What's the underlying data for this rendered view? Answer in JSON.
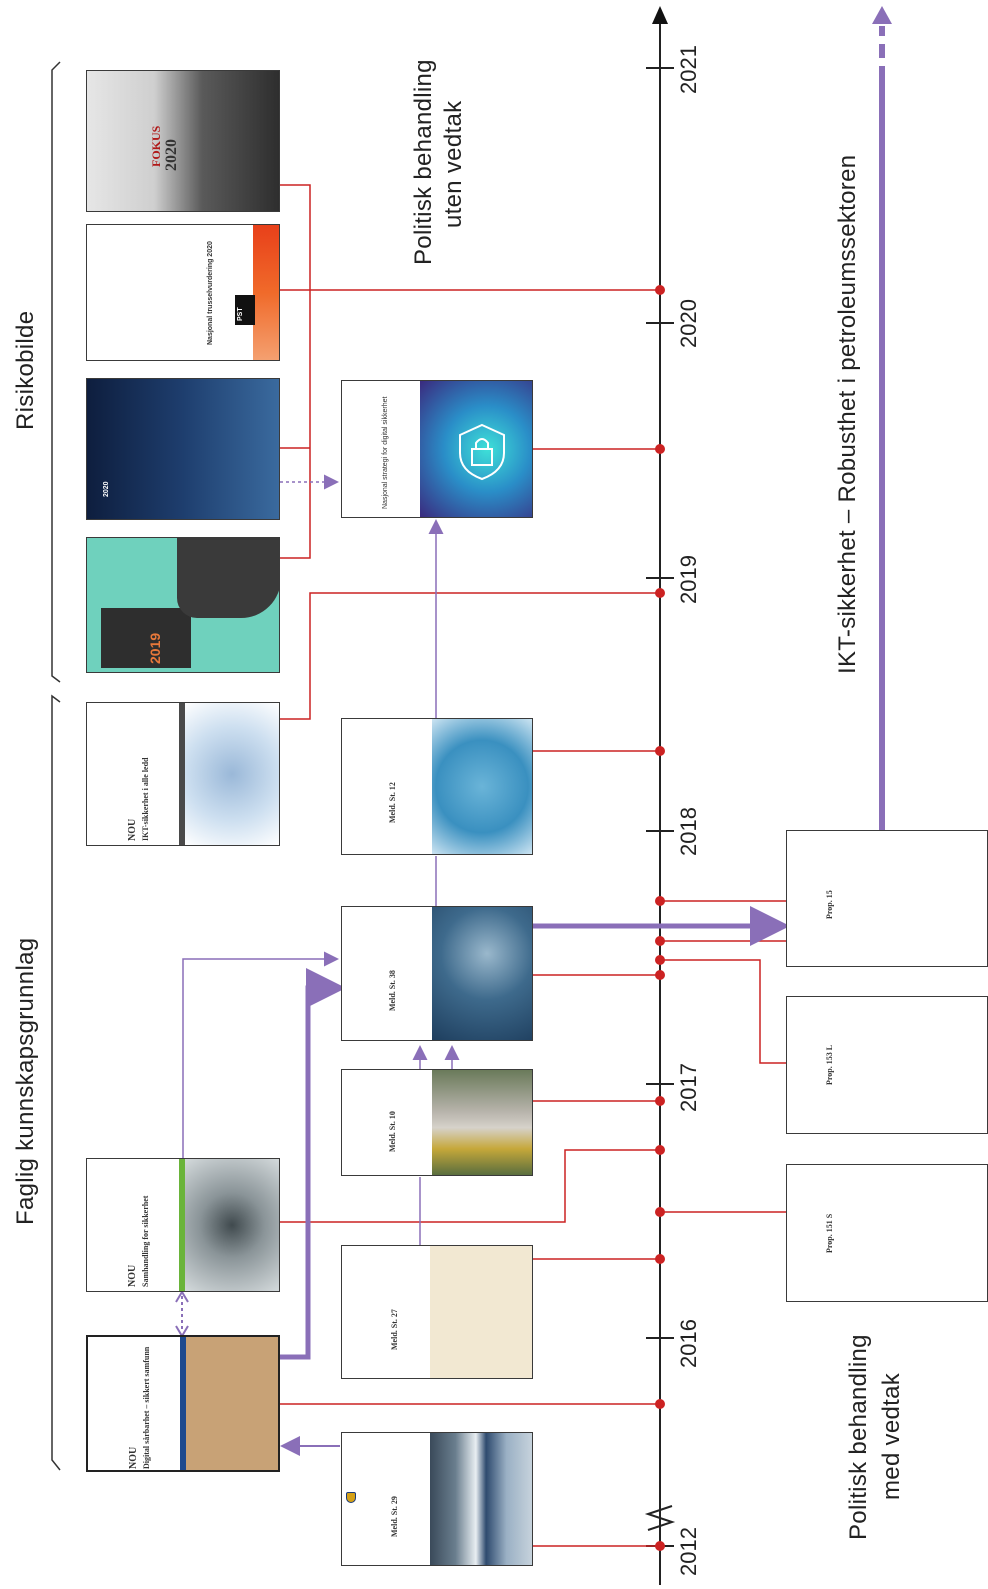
{
  "headers": {
    "faglig": "Faglig kunnskapsgrunnlag",
    "risikobilde": "Risikobilde",
    "politisk_uten": [
      "Politisk behandling",
      "uten vedtak"
    ],
    "politisk_med": [
      "Politisk behandling",
      "med vedtak"
    ],
    "ikt_arrow": "IKT-sikkerhet – Robusthet i petroleumssektoren"
  },
  "timeline": {
    "years": [
      "2012",
      "2016",
      "2017",
      "2018",
      "2019",
      "2020",
      "2021"
    ]
  },
  "documents": {
    "meld29": {
      "title": "Meld. St. 29"
    },
    "meld27": {
      "title": "Meld. St. 27"
    },
    "meld10": {
      "title": "Meld. St. 10"
    },
    "meld38": {
      "title": "Meld. St. 38"
    },
    "meld12": {
      "title": "Meld. St. 12"
    },
    "strategi": {
      "title": "Nasjonal strategi for digital sikkerhet"
    },
    "nou_digital": {
      "brand": "NOU",
      "title": "Digital sårbarhet – sikkert samfunn"
    },
    "nou_samhandling": {
      "brand": "NOU",
      "title": "Samhandling for sikkerhet"
    },
    "nou_ikt": {
      "brand": "NOU",
      "title": "IKT-sikkerhet i alle ledd"
    },
    "risk2019": {
      "title": "2019"
    },
    "risk_navy": {
      "title": "2020"
    },
    "trussel2020": {
      "title": "Nasjonal trusselvurdering 2020",
      "badge": "PST"
    },
    "fokus2020": {
      "title": "FOKUS",
      "year": "2020"
    },
    "prop15": {
      "title": "Prop. 15"
    },
    "prop153": {
      "title": "Prop. 153 L"
    },
    "prop151": {
      "title": "Prop. 151 S"
    }
  },
  "colors": {
    "axis": "#222222",
    "red_connector": "#cc2222",
    "purple_arrow": "#8a6fb8"
  }
}
